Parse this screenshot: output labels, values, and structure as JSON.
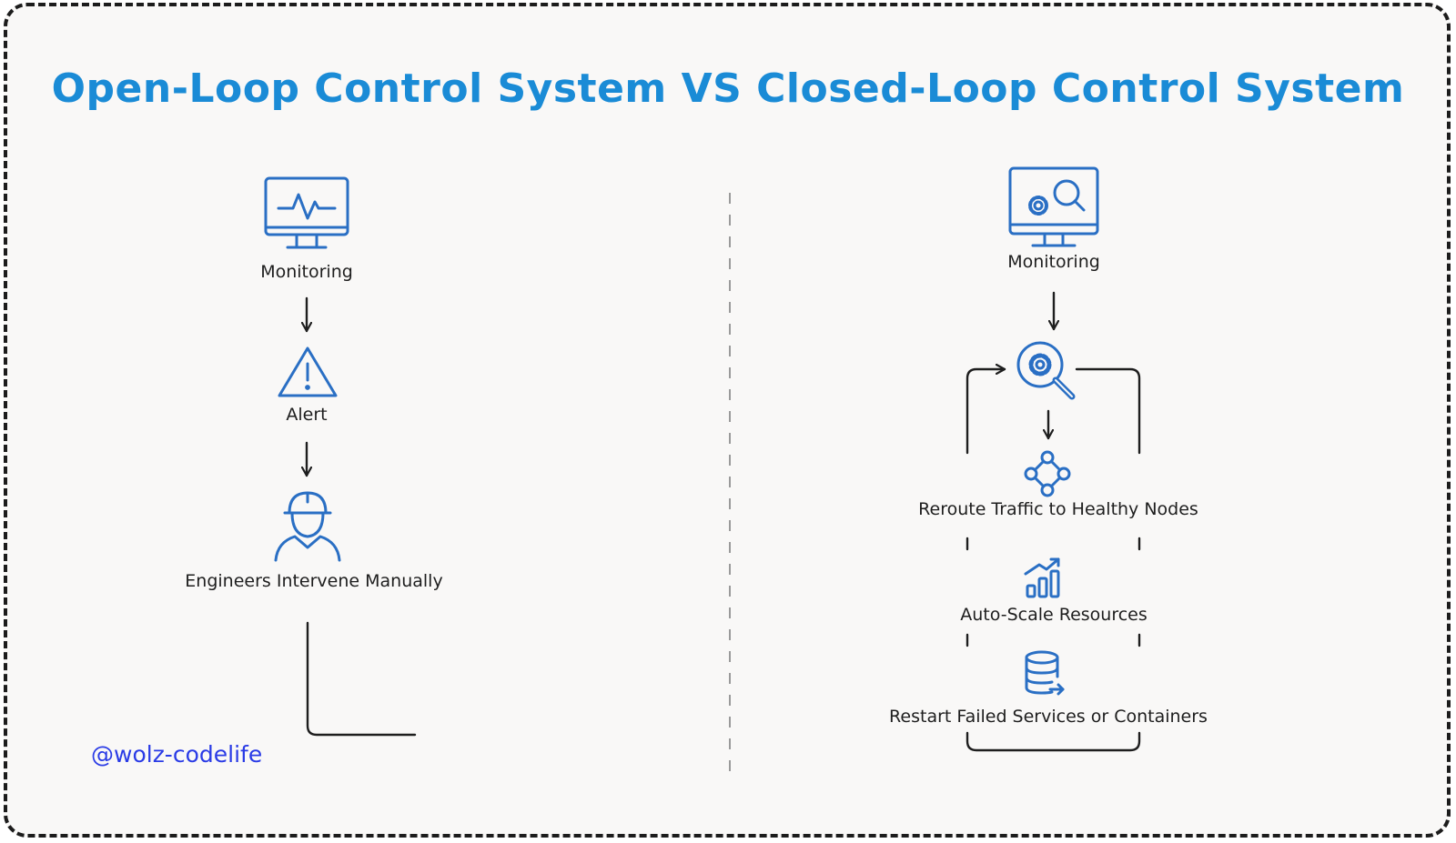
{
  "title": "Open-Loop Control System VS Closed-Loop Control System",
  "open_loop": {
    "steps": [
      {
        "label": "Monitoring",
        "icon": "monitor-heartbeat-icon"
      },
      {
        "label": "Alert",
        "icon": "warning-triangle-icon"
      },
      {
        "label": "Engineers Intervene Manually",
        "icon": "engineer-hardhat-icon"
      }
    ]
  },
  "closed_loop": {
    "monitoring": {
      "label": "Monitoring",
      "icon": "monitor-search-gear-icon"
    },
    "analyze_icon": "gear-magnifier-icon",
    "actions": [
      {
        "label": "Reroute Traffic to Healthy Nodes",
        "icon": "network-nodes-icon"
      },
      {
        "label": "Auto-Scale Resources",
        "icon": "bar-chart-growth-icon"
      },
      {
        "label": "Restart Failed Services or Containers",
        "icon": "database-restart-icon"
      }
    ]
  },
  "handle": "@wolz-codelife",
  "colors": {
    "title": "#1a8bd6",
    "icon": "#2a6fc4",
    "handle": "#2a3be6",
    "background": "#f9f8f7"
  }
}
